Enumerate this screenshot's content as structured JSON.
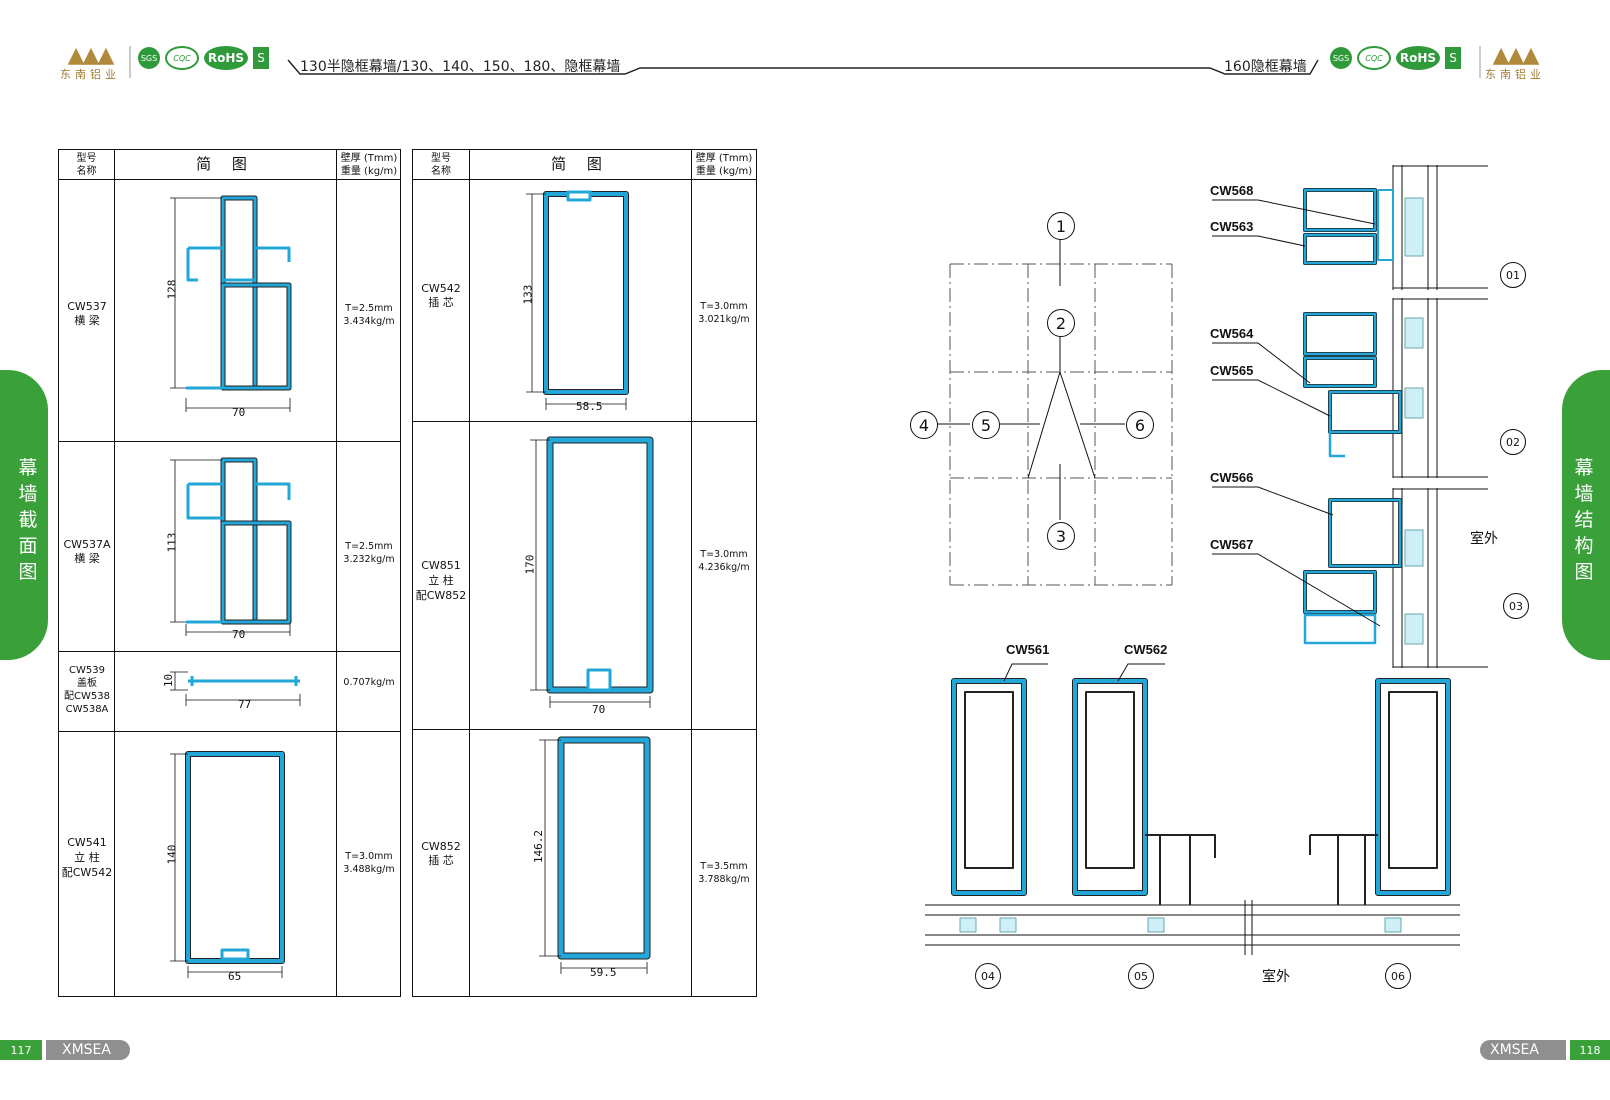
{
  "header": {
    "left_title": "130半隐框幕墙/130、140、150、180、隐框幕墙",
    "right_title": "160隐框幕墙",
    "brand_name": "东南铝业",
    "certs": [
      "SGS",
      "CQC",
      "RoHS",
      "S"
    ]
  },
  "side_tabs": {
    "left": "幕墙截面图",
    "right": "幕墙结构图"
  },
  "table_headers": {
    "model_line1": "型号",
    "model_line2": "名称",
    "diagram": "简 图",
    "spec_line1": "壁厚 (Tmm)",
    "spec_line2": "重量 (kg/m)"
  },
  "left_rows": [
    {
      "model": "CW537",
      "name": "横 梁",
      "note": "",
      "thickness": "T=2.5mm",
      "weight": "3.434kg/m",
      "h": "128",
      "w": "70"
    },
    {
      "model": "CW537A",
      "name": "横 梁",
      "note": "",
      "thickness": "T=2.5mm",
      "weight": "3.232kg/m",
      "h": "113",
      "w": "70"
    },
    {
      "model": "CW539",
      "name": "盖板",
      "note": "配CW538",
      "note2": "CW538A",
      "thickness": "",
      "weight": "0.707kg/m",
      "h": "10",
      "w": "77"
    },
    {
      "model": "CW541",
      "name": "立 柱",
      "note": "配CW542",
      "thickness": "T=3.0mm",
      "weight": "3.488kg/m",
      "h": "140",
      "w": "65"
    }
  ],
  "right_rows": [
    {
      "model": "CW542",
      "name": "插 芯",
      "note": "",
      "thickness": "T=3.0mm",
      "weight": "3.021kg/m",
      "h": "133",
      "w": "58.5"
    },
    {
      "model": "CW851",
      "name": "立 柱",
      "note": "配CW852",
      "thickness": "T=3.0mm",
      "weight": "4.236kg/m",
      "h": "170",
      "w": "70"
    },
    {
      "model": "CW852",
      "name": "插 芯",
      "note": "",
      "thickness": "T=3.5mm",
      "weight": "3.788kg/m",
      "h": "146.2",
      "w": "59.5"
    }
  ],
  "elevation_nodes": [
    "1",
    "2",
    "3",
    "4",
    "5",
    "6"
  ],
  "right_labels": [
    "CW568",
    "CW563",
    "CW564",
    "CW565",
    "CW566",
    "CW567"
  ],
  "section_ids_right": [
    "01",
    "02",
    "03"
  ],
  "bottom_labels": [
    "CW561",
    "CW562"
  ],
  "section_ids_bottom": [
    "04",
    "05",
    "06"
  ],
  "outdoor": "室外",
  "footer": {
    "left_page": "117",
    "right_page": "118",
    "brand": "XMSEA"
  },
  "colors": {
    "profile": "#22a7d8",
    "green": "#3aa03a",
    "gold": "#b08a3a"
  }
}
